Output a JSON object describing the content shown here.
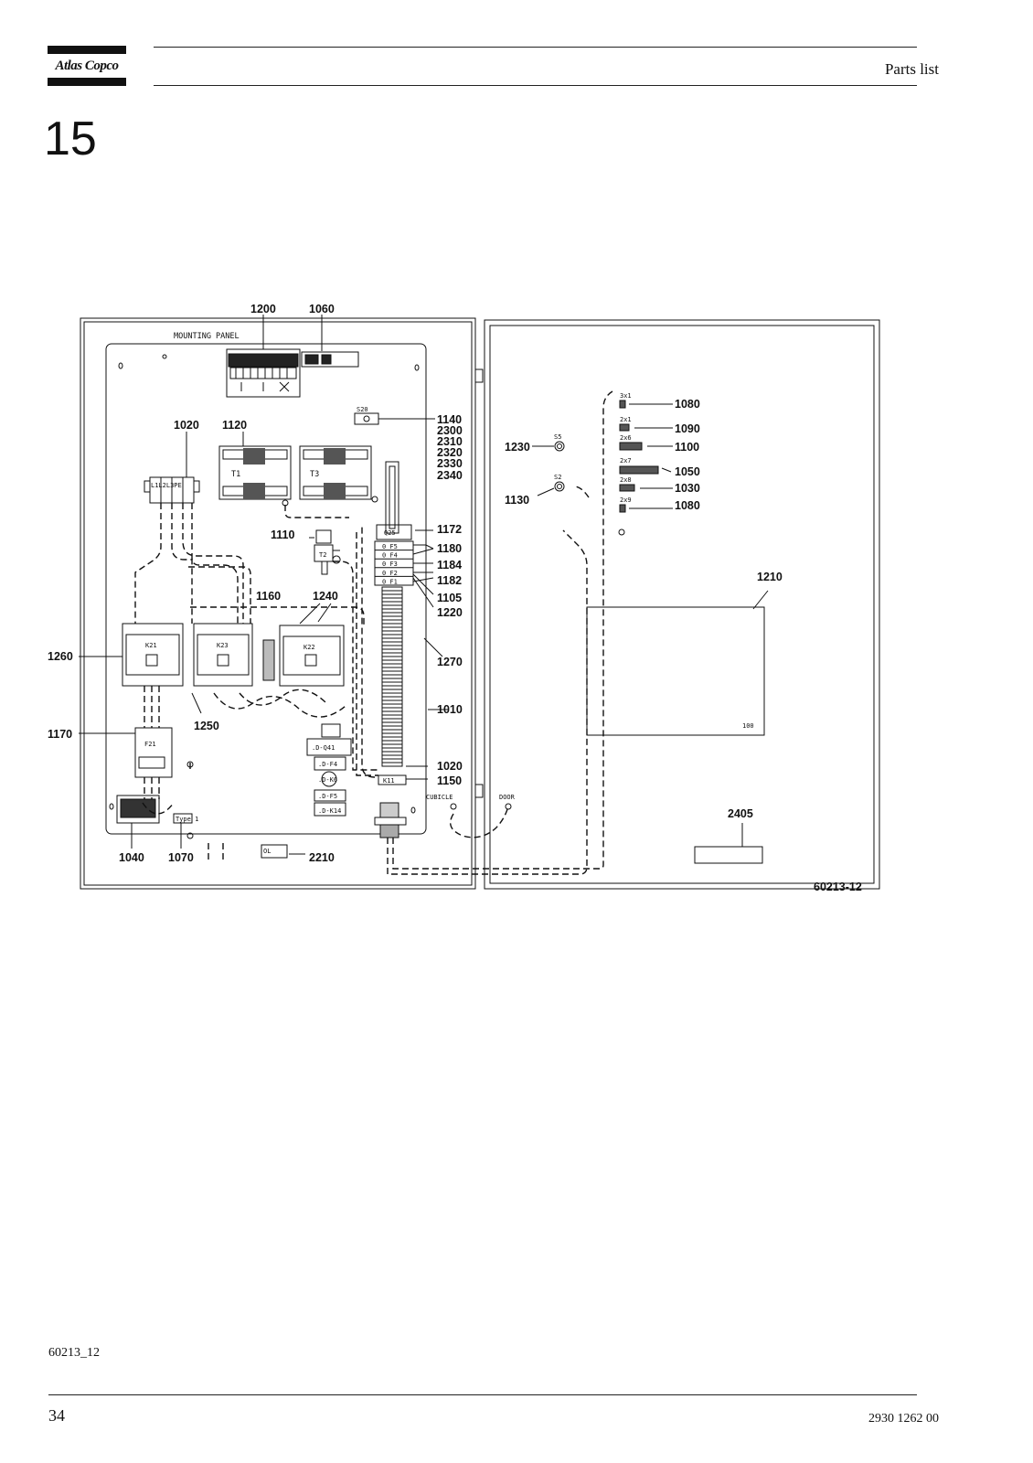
{
  "header": {
    "brand": "Atlas Copco",
    "title": "Parts list"
  },
  "section_number": "15",
  "figure": {
    "panel_title": "MOUNTING PANEL",
    "drawing_code": "60213-12",
    "callouts": {
      "c1200": "1200",
      "c1060": "1060",
      "c1020a": "1020",
      "c1120": "1120",
      "c1140": "1140",
      "c2300": "2300",
      "c2310": "2310",
      "c2320": "2320",
      "c2330": "2330",
      "c2340": "2340",
      "c1230": "1230",
      "c1130": "1130",
      "c1080a": "1080",
      "c1090": "1090",
      "c1100": "1100",
      "c1050": "1050",
      "c1030": "1030",
      "c1080b": "1080",
      "c1110": "1110",
      "c1172": "1172",
      "c1180": "1180",
      "c1184": "1184",
      "c1182": "1182",
      "c1105": "1105",
      "c1220": "1220",
      "c1160": "1160",
      "c1240": "1240",
      "c1210": "1210",
      "c1260": "1260",
      "c1270": "1270",
      "c1010": "1010",
      "c1170": "1170",
      "c1250": "1250",
      "c1020b": "1020",
      "c1150": "1150",
      "c2405": "2405",
      "c1040": "1040",
      "c1070": "1070",
      "c2210": "2210"
    },
    "components": {
      "t1": "T1",
      "t3": "T3",
      "t2": "T2",
      "k21": "K21",
      "k23": "K23",
      "k22": "K22",
      "f21": "F21",
      "q25": "Q25",
      "s20": "S20",
      "s5": "S5",
      "s2": "S2",
      "f5": "0 F5",
      "f4": "0 F4",
      "f3": "0 F3",
      "f2": "0 F2",
      "f1": "0 F1",
      "k11": "K11",
      "dq41": ".D-Q41",
      "df4": ".D-F4",
      "dk6": ".D-K6",
      "df5": ".D-F5",
      "dk14": ".D-K14",
      "l123": "L1L2L3PE",
      "cubicle": "CUBICLE",
      "door": "DOOR",
      "box100": "100",
      "type": "Type 1",
      "ol": "OL"
    },
    "glands": [
      "3x1",
      "2x1",
      "2x6",
      "2x7",
      "2x8",
      "2x9"
    ]
  },
  "footer": {
    "figure_code": "60213_12",
    "page_number": "34",
    "document_number": "2930 1262 00"
  }
}
